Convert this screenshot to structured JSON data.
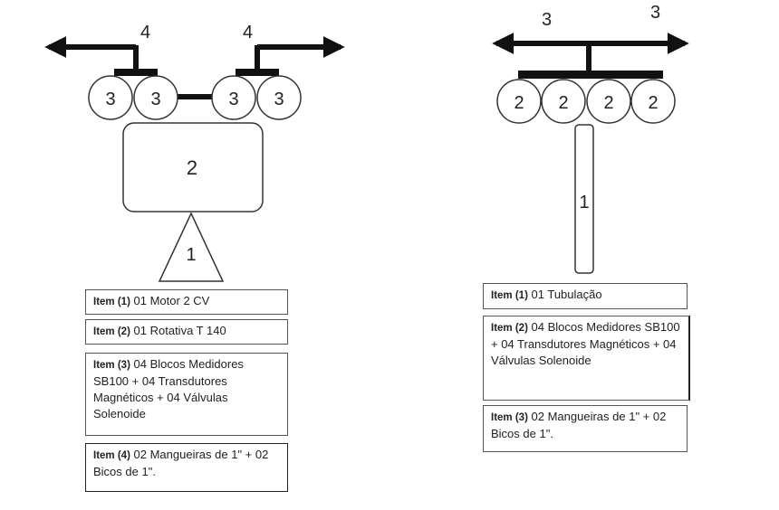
{
  "left_diagram": {
    "outlet_labels": [
      "4",
      "4"
    ],
    "block_labels": [
      "3",
      "3",
      "3",
      "3"
    ],
    "pump_label": "2",
    "motor_label": "1",
    "items": [
      {
        "tag": "Item (1)",
        "text": "01 Motor 2 CV"
      },
      {
        "tag": "Item (2)",
        "text": "01 Rotativa T 140"
      },
      {
        "tag": "Item (3)",
        "text": "04 Blocos Medidores SB100 + 04 Transdutores Magnéticos + 04 Válvulas Solenoide"
      },
      {
        "tag": "Item (4)",
        "text": "02 Mangueiras de 1\" + 02 Bicos de 1\"."
      }
    ]
  },
  "right_diagram": {
    "outlet_labels": [
      "3",
      "3"
    ],
    "block_labels": [
      "2",
      "2",
      "2",
      "2"
    ],
    "pipe_label": "1",
    "items": [
      {
        "tag": "Item (1)",
        "text": "01 Tubulação"
      },
      {
        "tag": "Item (2)",
        "text": "04 Blocos Medidores SB100 + 04 Transdutores Magnéticos + 04 Válvulas Solenoide"
      },
      {
        "tag": "Item (3)",
        "text": "02 Mangueiras de 1\" + 02 Bicos de 1\"."
      }
    ]
  }
}
